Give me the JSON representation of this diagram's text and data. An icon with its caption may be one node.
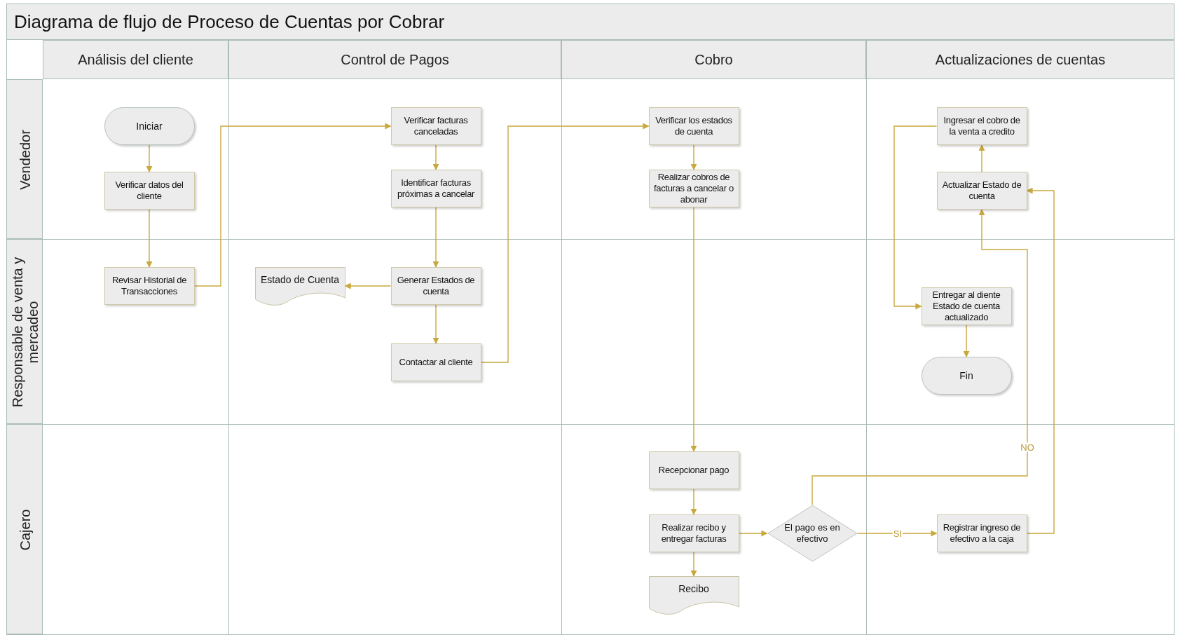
{
  "diagram": {
    "title": "Diagrama de flujo de Proceso de Cuentas por Cobrar",
    "nodes": [
      {
        "text": [
          "Análisis del cliente"
        ]
      },
      {
        "text": [
          "Control de Pagos"
        ]
      },
      {
        "text": [
          "Cobro"
        ]
      },
      {
        "text": [
          "Actualizaciones de cuentas"
        ]
      },
      {
        "text": [
          "Vendedor"
        ]
      },
      {
        "text": [
          "Responsable de venta y mercadeo"
        ]
      },
      {
        "text": [
          "Cajero"
        ]
      },
      {
        "text": [
          "Iniciar"
        ]
      },
      {
        "text": [
          "Verificar datos del cliente"
        ]
      },
      {
        "text": [
          "Revisar Historial de Transacciones"
        ]
      },
      {
        "text": [
          "Verificar facturas canceladas"
        ]
      },
      {
        "text": [
          "Identificar facturas próximas a cancelar"
        ]
      },
      {
        "text": [
          "Estado de Cuenta"
        ]
      },
      {
        "text": [
          "Generar Estados de cuenta"
        ]
      },
      {
        "text": [
          "Contactar al cliente"
        ]
      },
      {
        "text": [
          "Verificar los estados de cuenta"
        ]
      },
      {
        "text": [
          "Realizar cobros de facturas a cancelar o abonar"
        ]
      },
      {
        "text": [
          "Recepcionar pago"
        ]
      },
      {
        "text": [
          "Realizar recibo y entregar facturas"
        ]
      },
      {
        "text": [
          "Recibo"
        ]
      },
      {
        "text": [
          "El pago es en efectivo"
        ]
      },
      {
        "text": [
          "Ingresar el cobro de la venta a credito"
        ]
      },
      {
        "text": [
          "Actualizar Estado de cuenta"
        ]
      },
      {
        "text": [
          "Entregar al diente Estado de cuenta actualizado"
        ]
      },
      {
        "text": [
          "Fin"
        ]
      },
      {
        "text": [
          "Registrar ingreso de efectivo a la caja"
        ]
      }
    ],
    "edges": [
      {
        "from": 7,
        "to": 8,
        "arrow": "to"
      },
      {
        "from": 8,
        "to": 9,
        "arrow": "to"
      },
      {
        "from": 9,
        "to": 10,
        "arrow": "to"
      },
      {
        "from": 10,
        "to": 11,
        "arrow": "to"
      },
      {
        "from": 11,
        "to": 13,
        "arrow": "to"
      },
      {
        "from": 13,
        "to": 12,
        "arrow": "to"
      },
      {
        "from": 13,
        "to": 14,
        "arrow": "to"
      },
      {
        "from": 14,
        "to": 15,
        "arrow": "to"
      },
      {
        "from": 15,
        "to": 16,
        "arrow": "to"
      },
      {
        "from": 16,
        "to": 17,
        "arrow": "to"
      },
      {
        "from": 17,
        "to": 18,
        "arrow": "to"
      },
      {
        "from": 18,
        "to": 20,
        "arrow": "to"
      },
      {
        "from": 18,
        "to": 19,
        "arrow": "to"
      },
      {
        "from": 20,
        "to": 25,
        "arrow": "to",
        "label": "SI"
      },
      {
        "from": 20,
        "to": 22,
        "arrow": "to",
        "label": "NO"
      },
      {
        "from": 25,
        "to": 22,
        "arrow": "to"
      },
      {
        "from": 22,
        "to": 21,
        "arrow": "to"
      },
      {
        "from": 21,
        "to": 23,
        "arrow": "to"
      },
      {
        "from": 23,
        "to": 24,
        "arrow": "to"
      }
    ]
  }
}
